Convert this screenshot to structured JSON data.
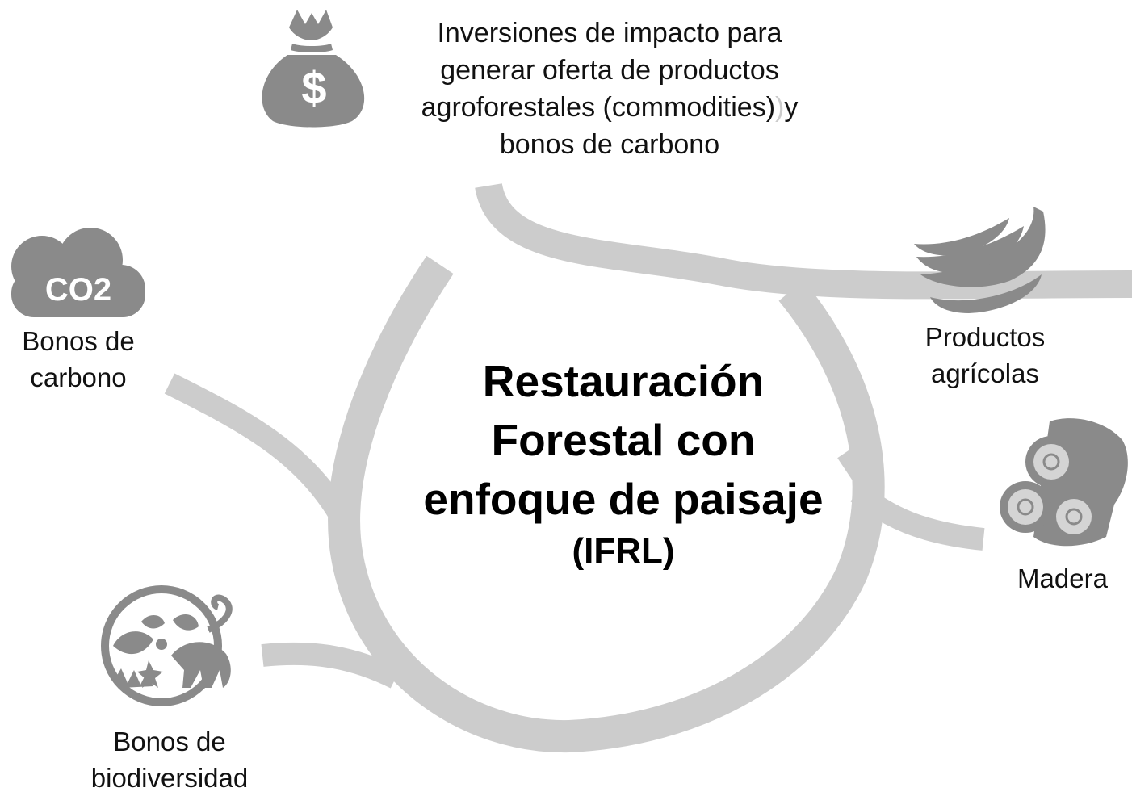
{
  "center": {
    "title_line1": "Restauración",
    "title_line2": "Forestal con",
    "title_line3": "enfoque de paisaje",
    "title_abbr": "(IFRL)"
  },
  "top_label": {
    "line1": "Inversiones de impacto para",
    "line2": "generar oferta de productos",
    "line3": "agroforestales (commodities)",
    "line3_tail": "y",
    "line4": "bonos de carbono"
  },
  "carbon": {
    "icon_text": "CO2",
    "line1": "Bonos de",
    "line2": "carbono"
  },
  "agri": {
    "line1": "Productos",
    "line2": "agrícolas"
  },
  "wood": {
    "label": "Madera"
  },
  "biodiversity": {
    "line1": "Bonos de",
    "line2": "biodiversidad"
  },
  "icons": [
    "money-bag-icon",
    "co2-cloud-icon",
    "banana-icon",
    "wood-logs-icon",
    "biodiversity-icon"
  ],
  "colors": {
    "flow": "#cccccc",
    "icon": "#8a8a8a",
    "text": "#111111"
  }
}
